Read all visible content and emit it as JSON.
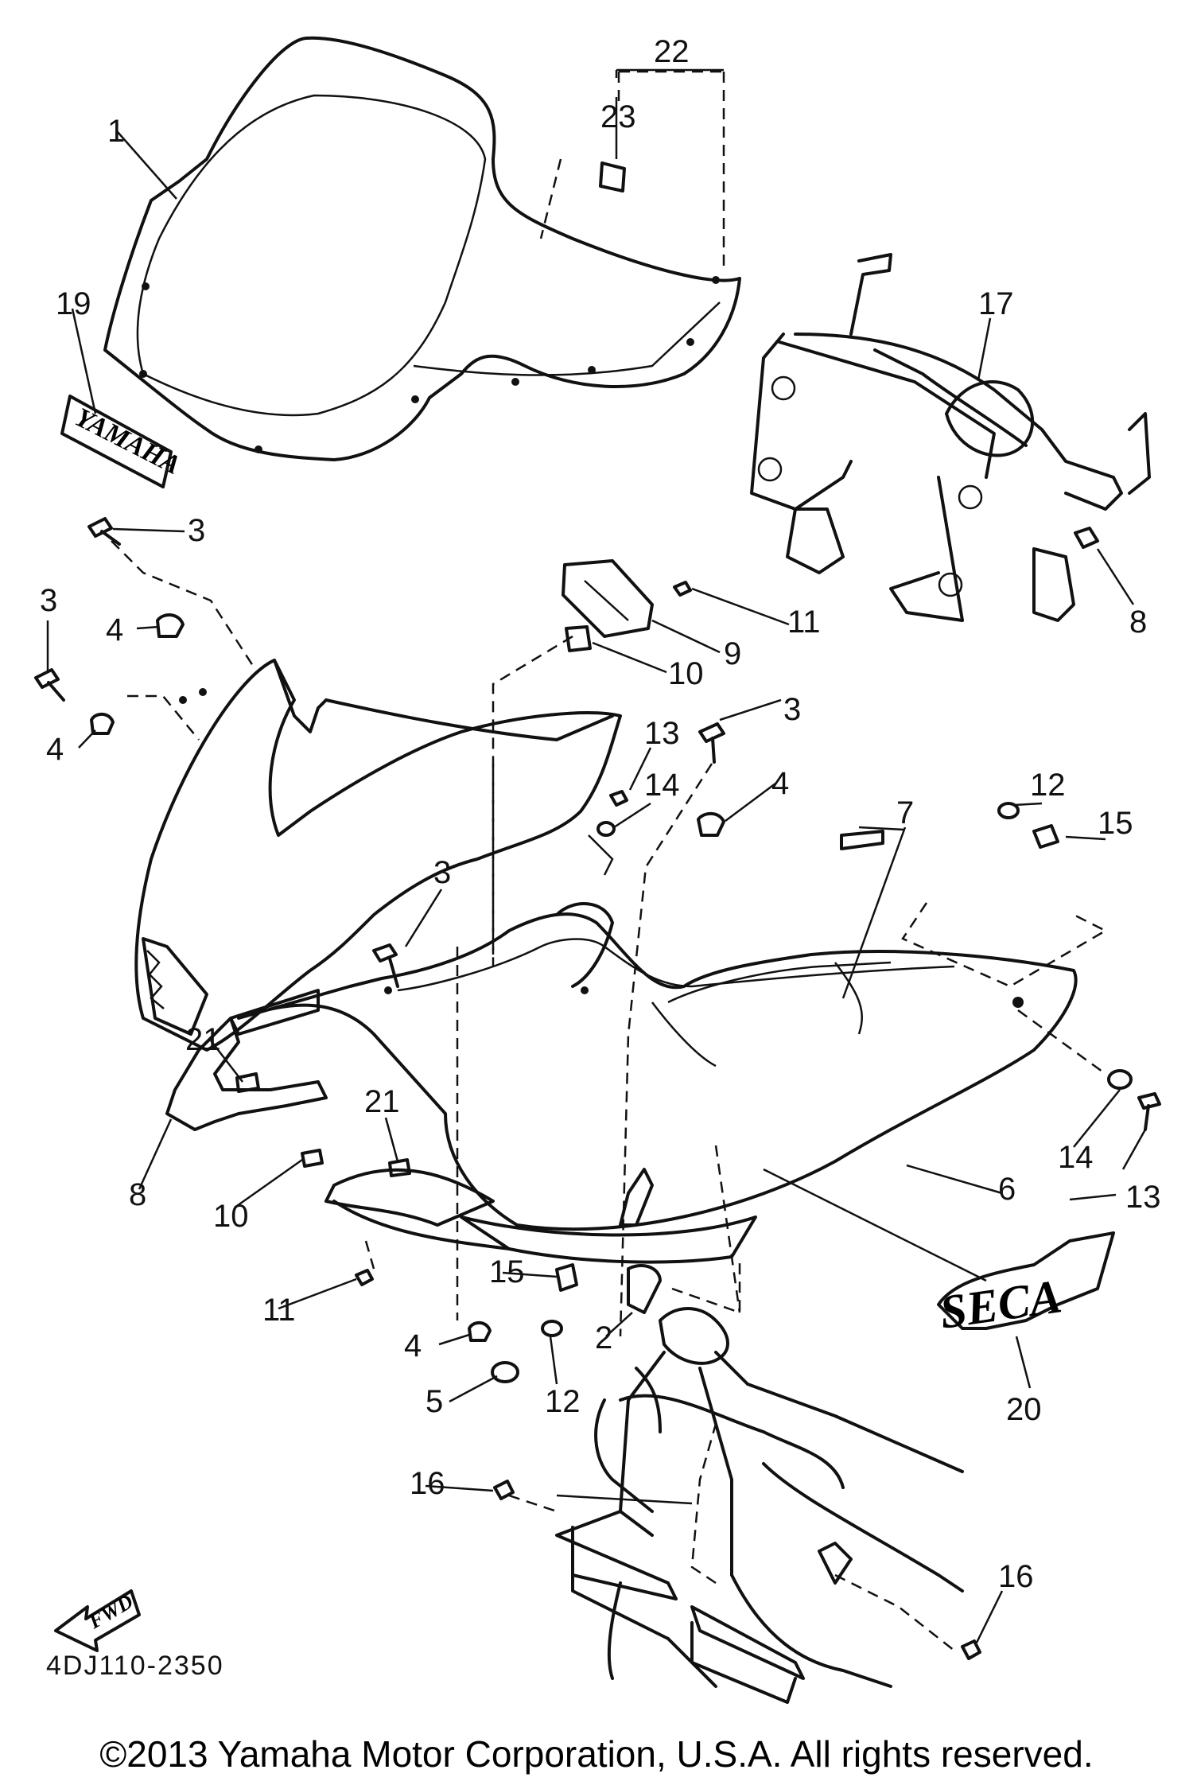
{
  "diagram": {
    "code": "4DJ110-2350",
    "callouts": [
      "1",
      "2",
      "3",
      "4",
      "5",
      "6",
      "7",
      "8",
      "9",
      "10",
      "11",
      "12",
      "13",
      "14",
      "15",
      "16",
      "17",
      "19",
      "20",
      "21",
      "22",
      "23"
    ],
    "labels": {
      "fwd_arrow": "FWD",
      "windshield_decal": "YAMAHA",
      "emblem": "SECA"
    }
  },
  "copyright": "©2013 Yamaha Motor Corporation, U.S.A. All rights reserved."
}
